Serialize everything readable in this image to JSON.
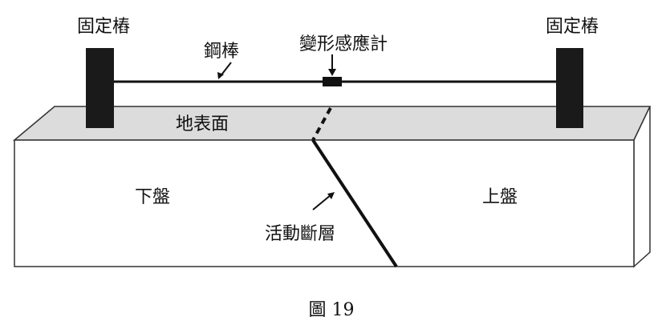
{
  "labels": {
    "left_stake": "固定樁",
    "right_stake": "固定樁",
    "steel_rod": "鋼棒",
    "strain_gauge": "變形感應計",
    "ground_surface": "地表面",
    "footwall": "下盤",
    "hanging_wall": "上盤",
    "active_fault": "活動斷層"
  },
  "caption": "圖 19",
  "colors": {
    "top_face": "#dcdcdc",
    "side_face": "#ffffff",
    "outline": "#333333",
    "stake": "#1a1a1a",
    "fault": "#111111"
  }
}
